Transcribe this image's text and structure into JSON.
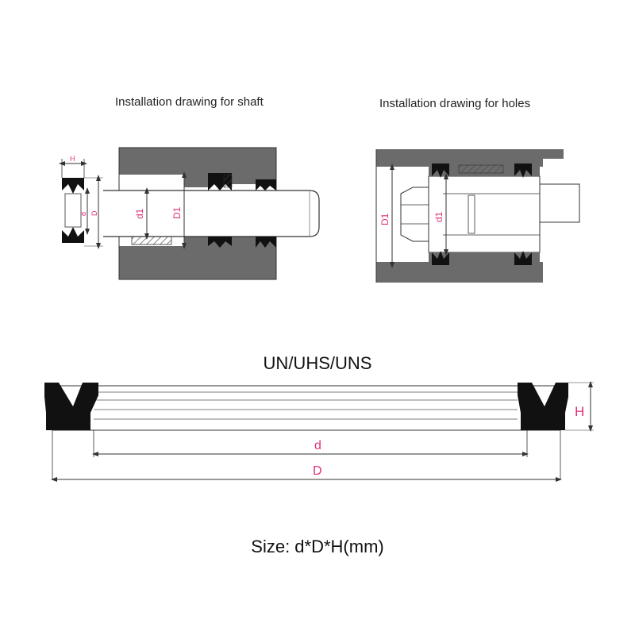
{
  "captions": {
    "shaft": "Installation drawing for shaft",
    "holes": "Installation drawing for holes",
    "model": "UN/UHS/UNS",
    "size": "Size: d*D*H(mm)"
  },
  "labels": {
    "H": "H",
    "d": "d",
    "D": "D",
    "d1": "d1",
    "D1": "D1"
  },
  "colors": {
    "dimension": "#e0307a",
    "housing": "#6b6b6b",
    "seal": "#111111",
    "line": "#333333"
  }
}
